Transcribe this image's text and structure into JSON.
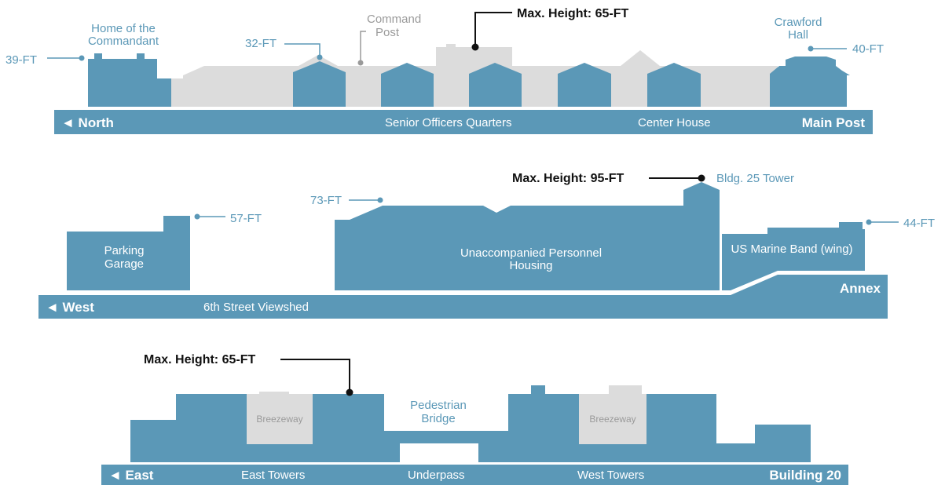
{
  "colors": {
    "building": "#5b98b7",
    "context": "#dcdcdc",
    "band": "#5b98b7",
    "leader_blue": "#5b98b7",
    "leader_gray": "#9a9a9a",
    "leader_black": "#111111"
  },
  "main_post": {
    "direction": "◄ North",
    "site_name": "Main Post",
    "band_labels": [
      "Senior Officers Quarters",
      "Center House"
    ],
    "callouts": {
      "home_commandant": [
        "Home of the",
        "Commandant"
      ],
      "command_post": [
        "Command",
        "Post"
      ],
      "crawford_hall": [
        "Crawford",
        "Hall"
      ],
      "h39": "39-FT",
      "h32": "32-FT",
      "h40": "40-FT",
      "max_height": "Max. Height: 65-FT"
    }
  },
  "annex": {
    "direction": "◄ West",
    "site_name": "Annex",
    "band_label": "6th Street Viewshed",
    "buildings": {
      "parking": [
        "Parking",
        "Garage"
      ],
      "upf": [
        "Unaccompanied Personnel",
        "Housing"
      ],
      "band_wing": "US Marine Band (wing)"
    },
    "callouts": {
      "h57": "57-FT",
      "h73": "73-FT",
      "h44": "44-FT",
      "bldg25": "Bldg. 25 Tower",
      "max_height": "Max. Height: 95-FT"
    }
  },
  "building20": {
    "direction": "◄ East",
    "site_name": "Building 20",
    "band_labels": [
      "East Towers",
      "Underpass",
      "West Towers"
    ],
    "breezeway": "Breezeway",
    "bridge": [
      "Pedestrian",
      "Bridge"
    ],
    "max_height": "Max. Height: 65-FT"
  }
}
